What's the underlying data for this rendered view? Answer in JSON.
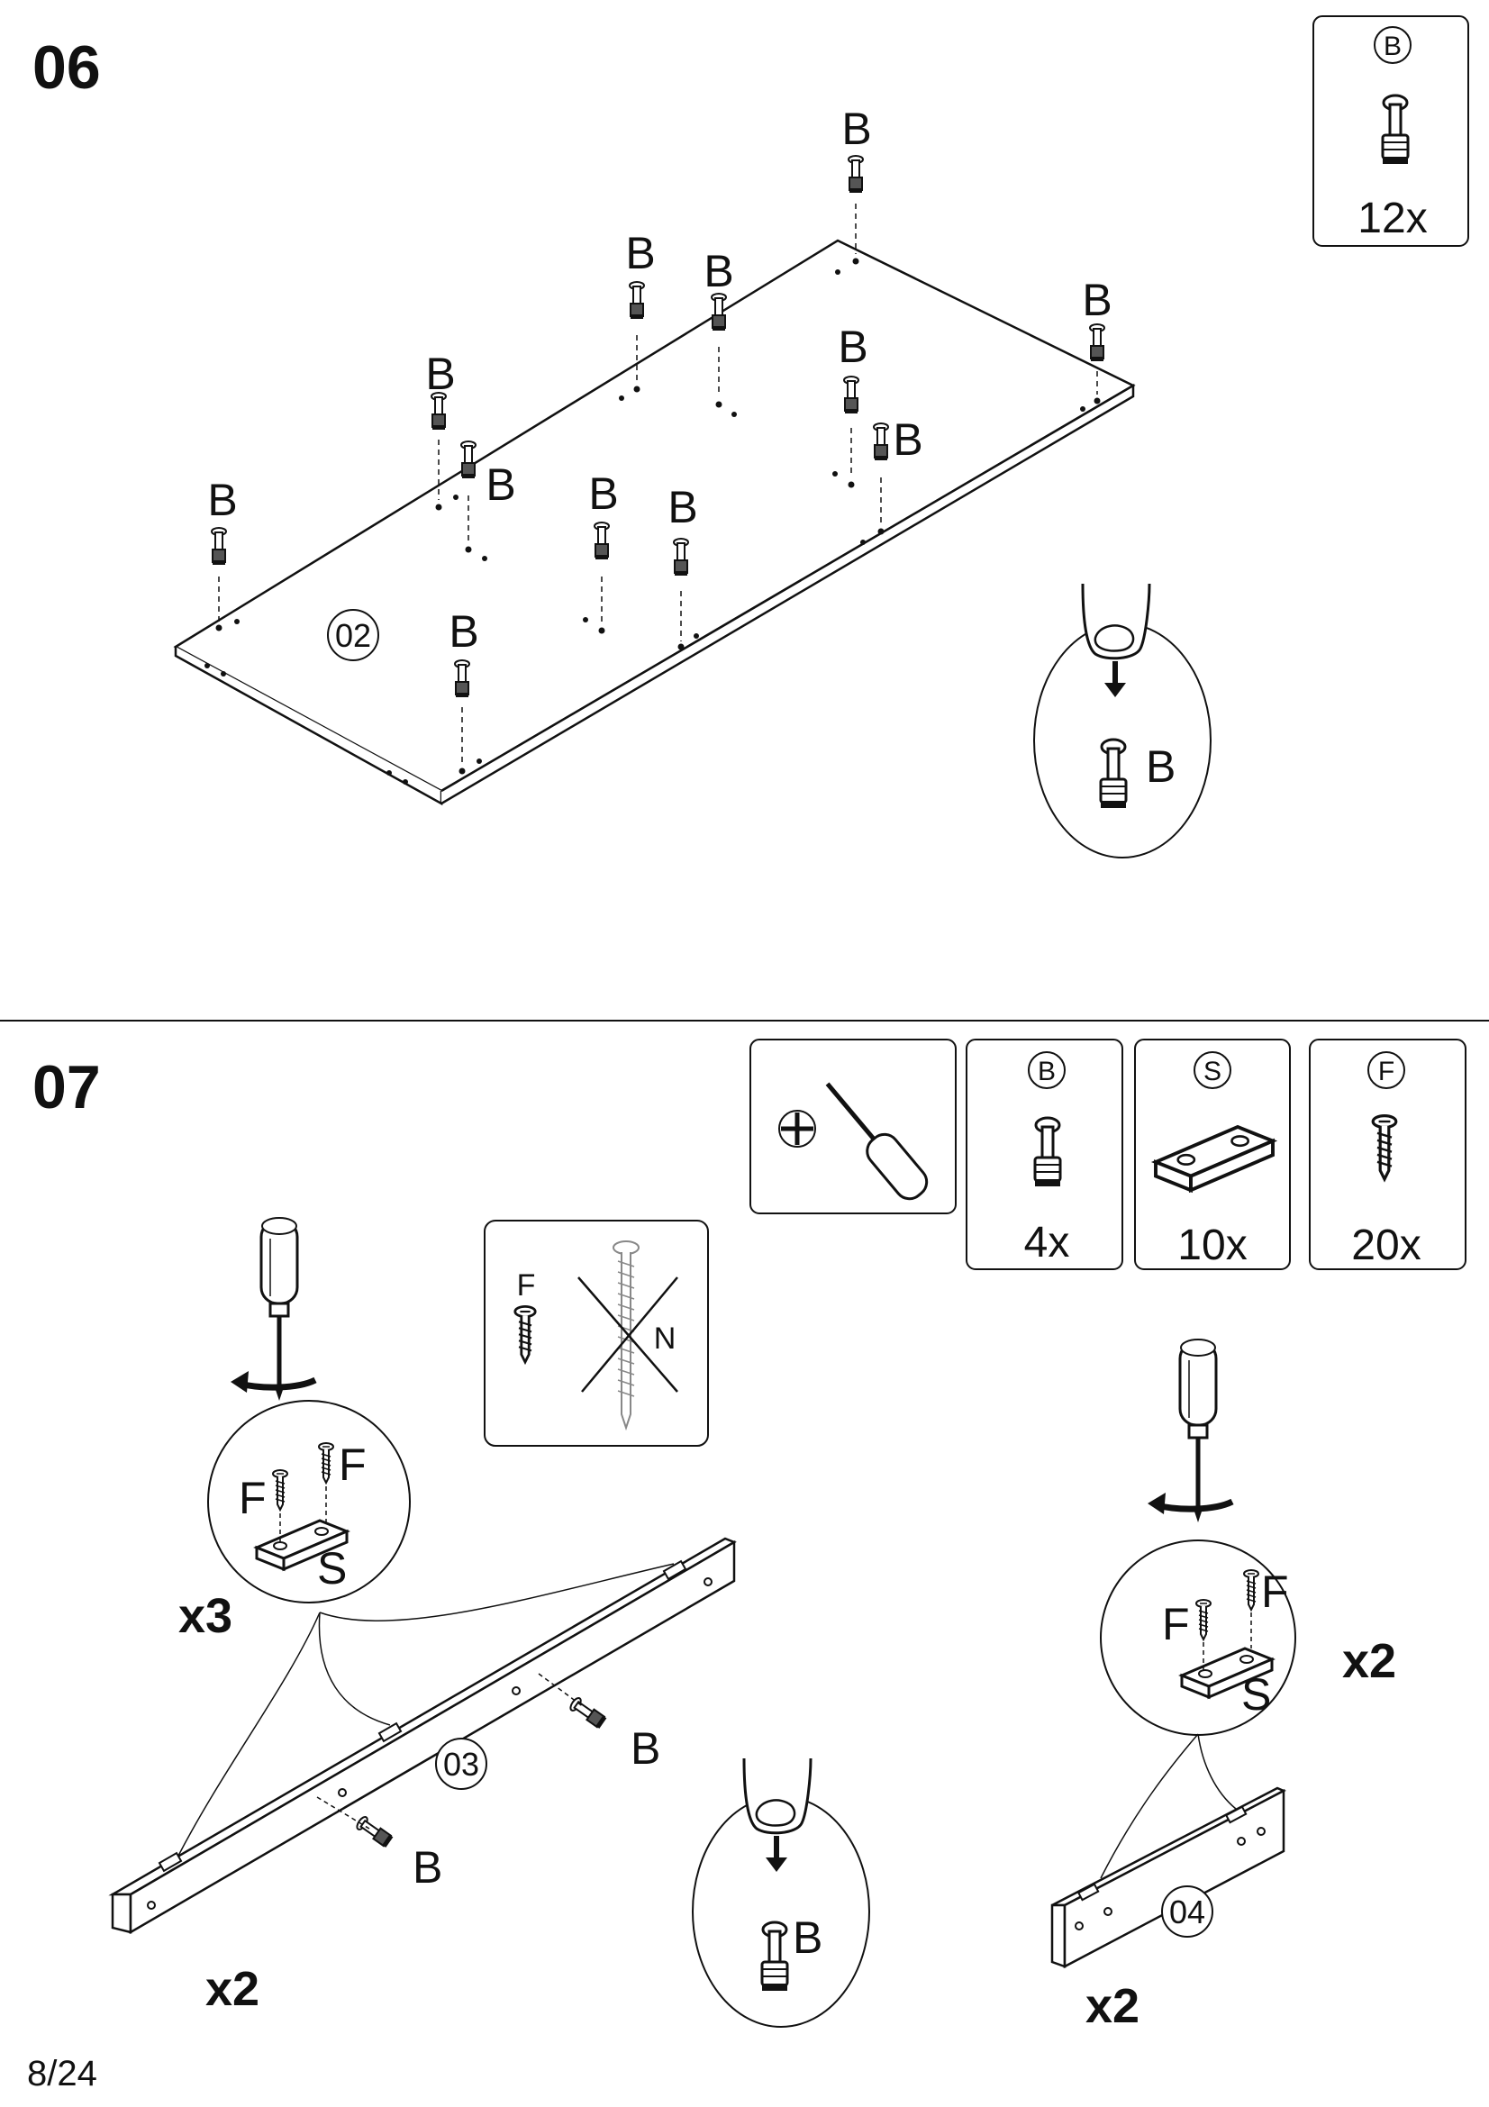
{
  "page": "8/24",
  "step06": {
    "number": "06",
    "part_label": "02",
    "pin_label": "B",
    "parts_box": {
      "letter": "B",
      "qty": "12x"
    },
    "detail_label": "B"
  },
  "step07": {
    "number": "07",
    "parts": [
      {
        "letter": "B",
        "qty": "4x"
      },
      {
        "letter": "S",
        "qty": "10x"
      },
      {
        "letter": "F",
        "qty": "20x"
      }
    ],
    "screw_choice": {
      "ok": "F",
      "no": "N"
    },
    "left": {
      "part_label": "03",
      "zoom_mult": "x3",
      "mult": "x2",
      "F": "F",
      "S": "S",
      "B": "B"
    },
    "right": {
      "part_label": "04",
      "zoom_mult": "x2",
      "mult": "x2",
      "F": "F",
      "S": "S"
    },
    "detail_label": "B"
  },
  "colors": {
    "ink": "#111111",
    "paper": "#ffffff"
  }
}
